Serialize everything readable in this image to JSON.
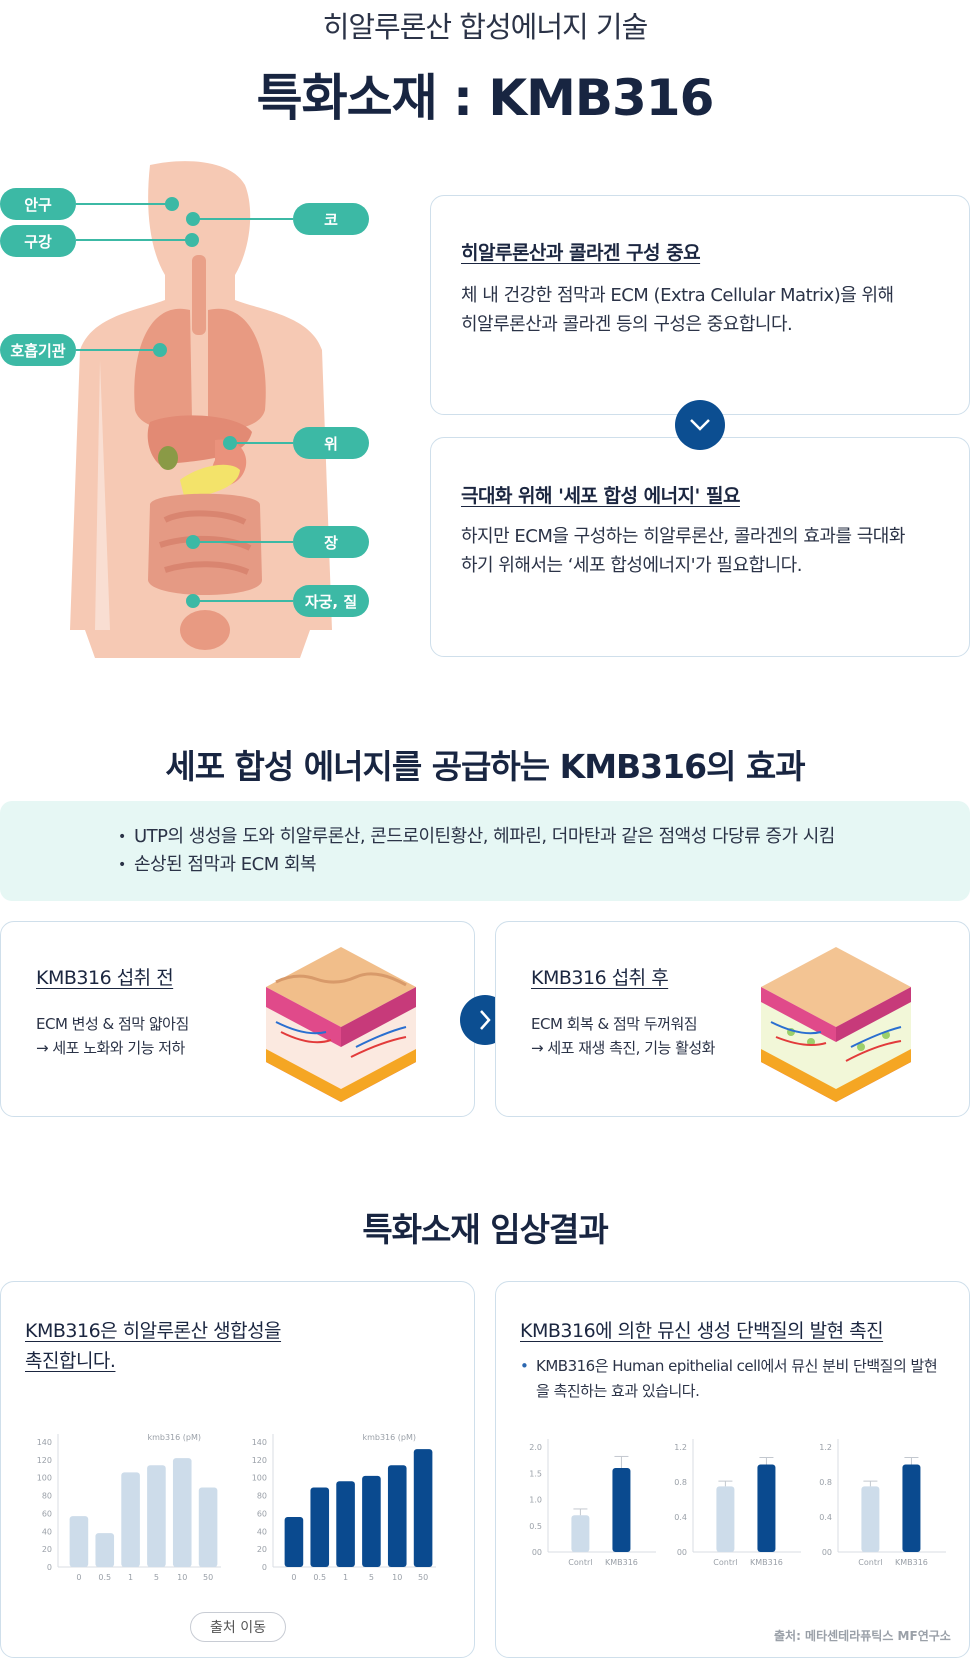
{
  "header": {
    "subtitle": "히알루론산 합성에너지 기술",
    "title": "특화소재 : KMB316"
  },
  "body_labels": [
    "안구",
    "구강",
    "호흡기관",
    "코",
    "위",
    "장",
    "자궁, 질"
  ],
  "info_cards": [
    {
      "title": "히알루론산과 콜라겐 구성 중요",
      "line1": "체 내 건강한 점막과 ECM (Extra Cellular Matrix)을 위해",
      "line2": "히알루론산과 콜라겐 등의 구성은 중요합니다."
    },
    {
      "title": "극대화 위해  '세포 합성 에너지'  필요",
      "line1": "하지만 ECM을 구성하는 히알루론산, 콜라겐의 효과를 극대화",
      "line2": "하기 위해서는 ‘세포 합성에너지'가 필요합니다."
    }
  ],
  "effects": {
    "title": "세포 합성 에너지를 공급하는  KMB316의 효과",
    "bullets": [
      "UTP의 생성을 도와 히알루론산, 콘드로이틴황산, 헤파린, 더마탄과 같은 점액성 다당류 증가 시킴",
      "손상된 점막과 ECM 회복"
    ],
    "before": {
      "title": "KMB316 섭취 전",
      "line1": "ECM 변성 & 점막 얇아짐",
      "line2": "→  세포 노화와 기능 저하"
    },
    "after": {
      "title": "KMB316 섭취 후",
      "line1": "ECM 회복 & 점막 두꺼워짐",
      "line2": "→  세포 재생 촉진, 기능 활성화"
    }
  },
  "clinical": {
    "title": "특화소재 임상결과",
    "left_title_line1": "KMB316은 히알루론산 생합성을",
    "left_title_line2": "촉진합니다.",
    "right_title": "KMB316에 의한 뮤신 생성 단백질의 발현 촉진",
    "right_bullet_line1": "KMB316은 Human epithelial cell에서 뮤신 분비 단백질의 발현",
    "right_bullet_line2": "을 촉진하는 효과 있습니다.",
    "source_button": "출처 이동",
    "source": "출처: 메타센테라퓨틱스 MF연구소"
  },
  "colors": {
    "mint": "#3cb9a5",
    "navy": "#0c4e91",
    "light_bar": "#cddcea",
    "dark_bar": "#0a4a8f"
  },
  "chart_data": [
    {
      "type": "bar",
      "title": "kmb316 (pM)",
      "categories": [
        "0",
        "0.5",
        "1",
        "5",
        "10",
        "50"
      ],
      "values": [
        57,
        38,
        106,
        114,
        122,
        89
      ],
      "ylim": [
        0,
        140
      ],
      "yticks": [
        0,
        20,
        40,
        60,
        80,
        100,
        120,
        140
      ],
      "color": "#cddcea"
    },
    {
      "type": "bar",
      "title": "kmb316 (pM)",
      "categories": [
        "0",
        "0.5",
        "1",
        "5",
        "10",
        "50"
      ],
      "values": [
        56,
        89,
        96,
        102,
        114,
        132
      ],
      "ylim": [
        0,
        140
      ],
      "yticks": [
        0,
        20,
        40,
        60,
        80,
        100,
        120,
        140
      ],
      "color": "#0a4a8f"
    },
    {
      "type": "bar",
      "categories": [
        "Contrl",
        "KMB316"
      ],
      "values": [
        0.7,
        1.6
      ],
      "errors": [
        0.12,
        0.22
      ],
      "ylim": [
        0,
        2.0
      ],
      "yticks": [
        "00",
        "0.5",
        "1.0",
        "1.5",
        "2.0"
      ],
      "colors": [
        "#cddcea",
        "#0a4a8f"
      ]
    },
    {
      "type": "bar",
      "categories": [
        "Contrl",
        "KMB316"
      ],
      "values": [
        0.75,
        1.0
      ],
      "errors": [
        0.06,
        0.08
      ],
      "ylim": [
        0,
        1.2
      ],
      "yticks": [
        "00",
        "0.4",
        "0.8",
        "1.2"
      ],
      "colors": [
        "#cddcea",
        "#0a4a8f"
      ]
    },
    {
      "type": "bar",
      "categories": [
        "Contrl",
        "KMB316"
      ],
      "values": [
        0.75,
        1.0
      ],
      "errors": [
        0.06,
        0.08
      ],
      "ylim": [
        0,
        1.2
      ],
      "yticks": [
        "00",
        "0.4",
        "0.8",
        "1.2"
      ],
      "colors": [
        "#cddcea",
        "#0a4a8f"
      ]
    }
  ]
}
